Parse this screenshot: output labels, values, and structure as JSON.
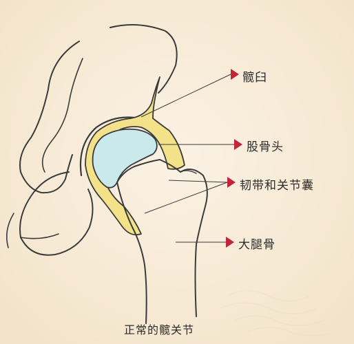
{
  "labels": {
    "acetabulum": "髋臼",
    "femoral_head": "股骨头",
    "ligament_capsule": "韧带和关节囊",
    "femur": "大腿骨"
  },
  "caption": "正常的髋关节",
  "colors": {
    "background": "#f6e9d3",
    "outline": "#3a3a3a",
    "cartilage": "#c9e9ea",
    "capsule": "#f3e28a",
    "pointer": "#c4243a"
  }
}
